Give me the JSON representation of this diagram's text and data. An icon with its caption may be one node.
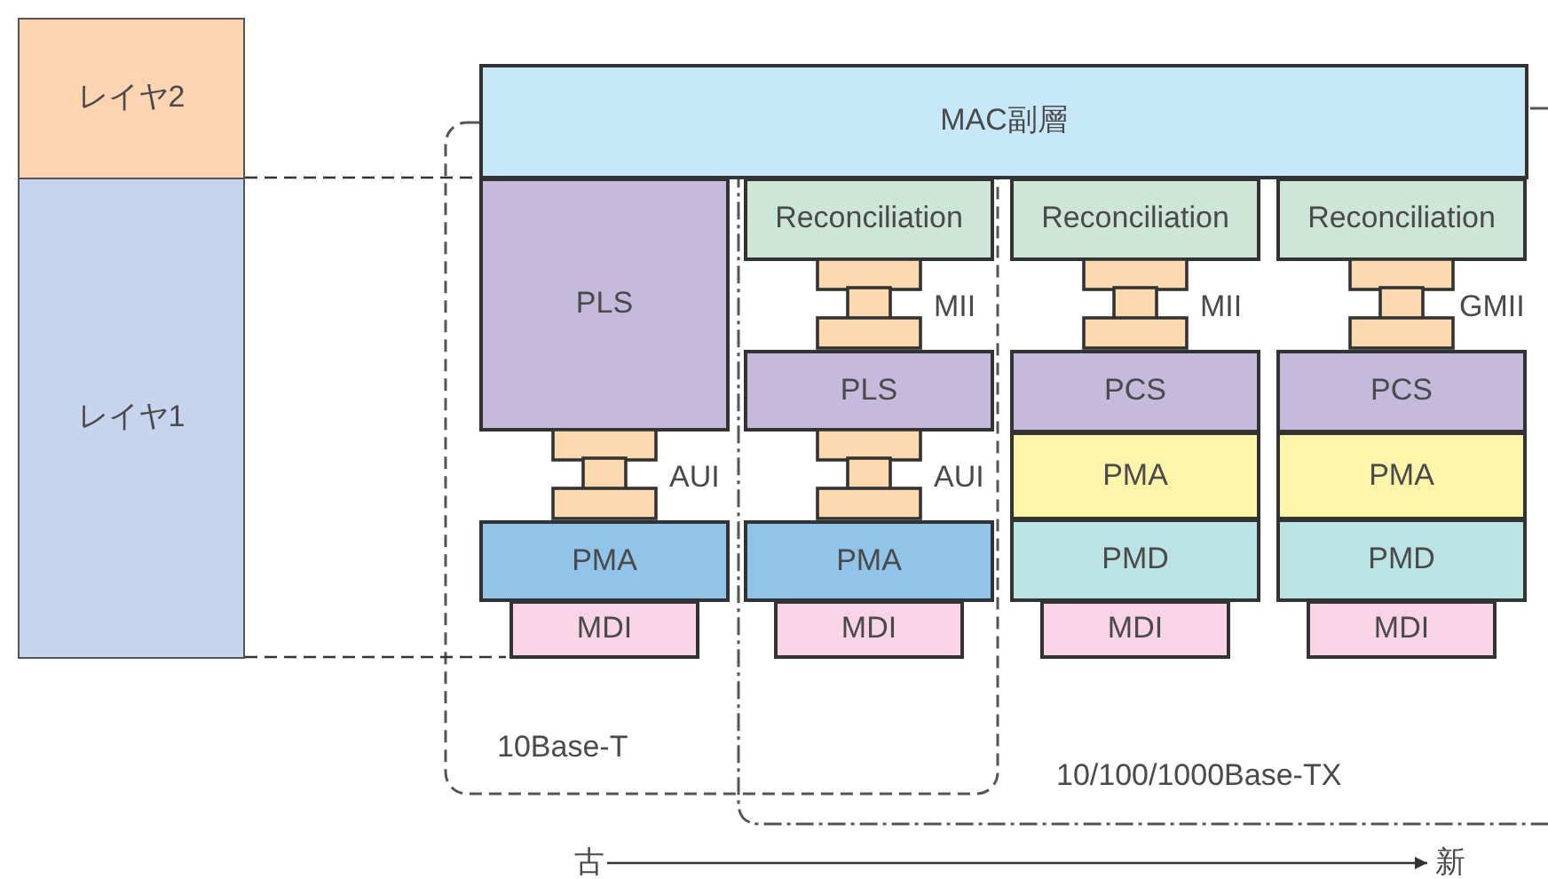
{
  "diagram": {
    "nodes": [
      {
        "text": [
          "レイヤ2"
        ]
      },
      {
        "text": [
          "レイヤ1"
        ]
      },
      {
        "text": [
          "MAC副層"
        ]
      },
      {
        "text": [
          "10Base-T"
        ]
      },
      {
        "text": [
          "10/100/1000Base-TX"
        ]
      },
      {
        "text": [
          "PLS"
        ],
        "in": 3
      },
      {
        "text": [
          "PMA"
        ],
        "in": 3
      },
      {
        "text": [
          "MDI"
        ],
        "in": 3
      },
      {
        "text": [
          "Reconciliation"
        ]
      },
      {
        "text": [
          "PLS"
        ]
      },
      {
        "text": [
          "PMA"
        ]
      },
      {
        "text": [
          "MDI"
        ]
      },
      {
        "text": [
          "Reconciliation"
        ],
        "in": 4
      },
      {
        "text": [
          "PCS"
        ],
        "in": 4
      },
      {
        "text": [
          "PMA"
        ],
        "in": 4
      },
      {
        "text": [
          "PMD"
        ],
        "in": 4
      },
      {
        "text": [
          "MDI"
        ],
        "in": 4
      },
      {
        "text": [
          "Reconciliation"
        ],
        "in": 4
      },
      {
        "text": [
          "PCS"
        ],
        "in": 4
      },
      {
        "text": [
          "PMA"
        ],
        "in": 4
      },
      {
        "text": [
          "PMD"
        ],
        "in": 4
      },
      {
        "text": [
          "MDI"
        ],
        "in": 4
      },
      {
        "text": [
          "古"
        ]
      },
      {
        "text": [
          "新"
        ]
      }
    ],
    "edges": [
      {
        "from": 1,
        "to": 2,
        "arrow": "none",
        "style": "dashed"
      },
      {
        "from": 1,
        "to": 7,
        "arrow": "none",
        "style": "dashed"
      },
      {
        "from": 22,
        "to": 23,
        "arrow": "to"
      }
    ],
    "labels": [
      "MII",
      "MII",
      "GMII",
      "AUI",
      "AUI"
    ]
  }
}
